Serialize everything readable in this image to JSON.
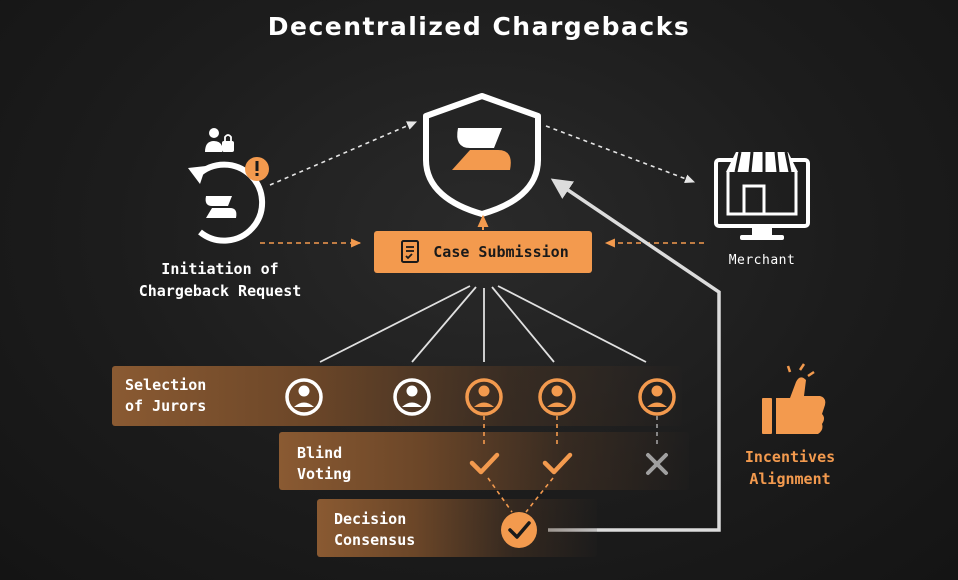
{
  "title": "Decentralized Chargebacks",
  "nodes": {
    "initiation": {
      "line1": "Initiation of",
      "line2": "Chargeback Request"
    },
    "case_submission": "Case Submission",
    "merchant": "Merchant",
    "incentives": {
      "line1": "Incentives",
      "line2": "Alignment"
    }
  },
  "stages": {
    "selection": {
      "line1": "Selection",
      "line2": "of Jurors"
    },
    "voting": {
      "line1": "Blind",
      "line2": "Voting"
    },
    "decision": {
      "line1": "Decision",
      "line2": "Consensus"
    }
  },
  "jurors": [
    {
      "style": "white"
    },
    {
      "style": "white"
    },
    {
      "style": "orange"
    },
    {
      "style": "orange"
    },
    {
      "style": "orange"
    }
  ],
  "votes": [
    "approve",
    "approve",
    "reject"
  ],
  "colors": {
    "accent": "#f39a4e",
    "text": "#ffffff",
    "muted": "#c8c8c8",
    "reject": "#a0a0a0",
    "background": "#1c1c1c"
  }
}
